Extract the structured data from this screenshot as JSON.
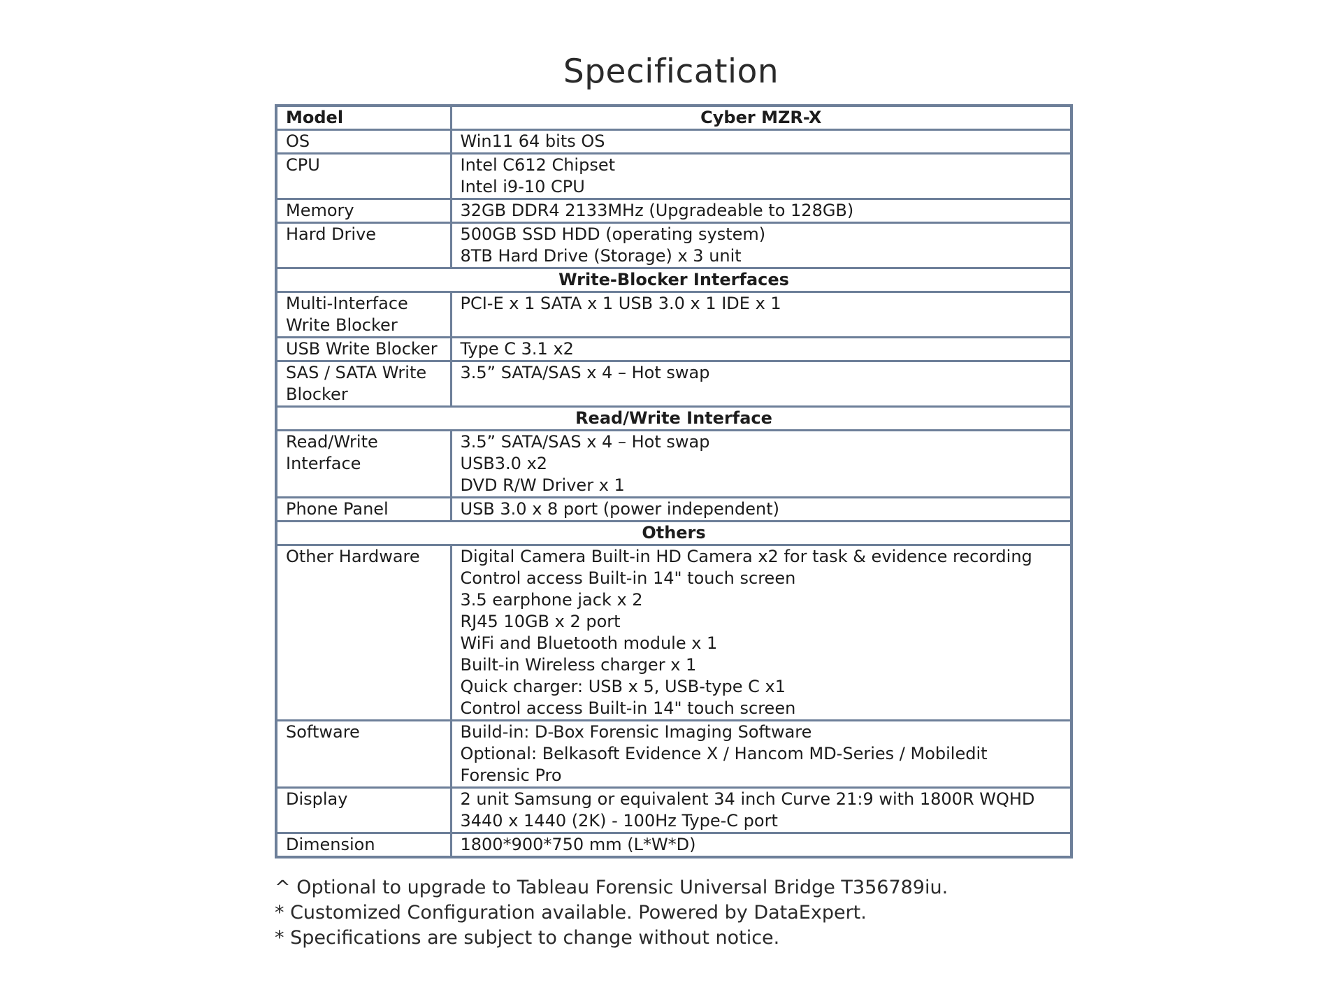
{
  "title": "Specification",
  "header": {
    "label": "Model",
    "value": "Cyber MZR-X"
  },
  "rows": [
    {
      "type": "row",
      "label": "OS",
      "value": "Win11 64 bits OS"
    },
    {
      "type": "row",
      "label": "CPU",
      "value": "Intel C612 Chipset\nIntel i9-10 CPU"
    },
    {
      "type": "row",
      "label": "Memory",
      "value": "32GB DDR4 2133MHz (Upgradeable to 128GB)"
    },
    {
      "type": "row",
      "label": "Hard Drive",
      "value": "500GB SSD HDD (operating system)\n8TB Hard Drive (Storage) x 3 unit"
    },
    {
      "type": "section",
      "label": "Write-Blocker Interfaces"
    },
    {
      "type": "row",
      "label": "Multi-Interface\nWrite Blocker",
      "value": "PCI-E x 1 SATA x 1 USB 3.0 x 1 IDE x 1"
    },
    {
      "type": "row",
      "label": "USB Write Blocker",
      "value": "Type C 3.1 x2"
    },
    {
      "type": "row",
      "label": "SAS / SATA Write\nBlocker",
      "value": "3.5” SATA/SAS x 4 – Hot swap"
    },
    {
      "type": "section",
      "label": "Read/Write Interface"
    },
    {
      "type": "row",
      "label": "Read/Write\nInterface",
      "value": "3.5” SATA/SAS x 4 – Hot swap\nUSB3.0 x2\nDVD R/W Driver x 1"
    },
    {
      "type": "row",
      "label": "Phone Panel",
      "value": "USB 3.0 x 8 port (power independent)"
    },
    {
      "type": "section",
      "label": "Others"
    },
    {
      "type": "row",
      "label": "Other Hardware",
      "value": "Digital Camera Built-in HD Camera x2 for task & evidence recording\nControl access Built-in 14\" touch screen\n3.5 earphone jack x 2\nRJ45 10GB x 2 port\nWiFi and Bluetooth module x 1\nBuilt-in Wireless charger x 1\nQuick charger: USB x 5, USB-type C x1\nControl access Built-in 14\" touch screen"
    },
    {
      "type": "row",
      "label": "Software",
      "value": "Build-in: D-Box Forensic Imaging Software\nOptional: Belkasoft Evidence X / Hancom MD-Series / Mobiledit\nForensic Pro"
    },
    {
      "type": "row",
      "label": "Display",
      "value": "2 unit Samsung or equivalent 34 inch Curve 21:9 with 1800R WQHD\n3440 x 1440 (2K) - 100Hz Type-C port"
    },
    {
      "type": "row",
      "label": "Dimension",
      "value": "1800*900*750 mm (L*W*D)"
    }
  ],
  "notes": [
    "^ Optional to upgrade to Tableau Forensic Universal Bridge T356789iu.",
    "* Customized Configuration available. Powered by DataExpert.",
    "* Specifications are subject to change without notice."
  ]
}
